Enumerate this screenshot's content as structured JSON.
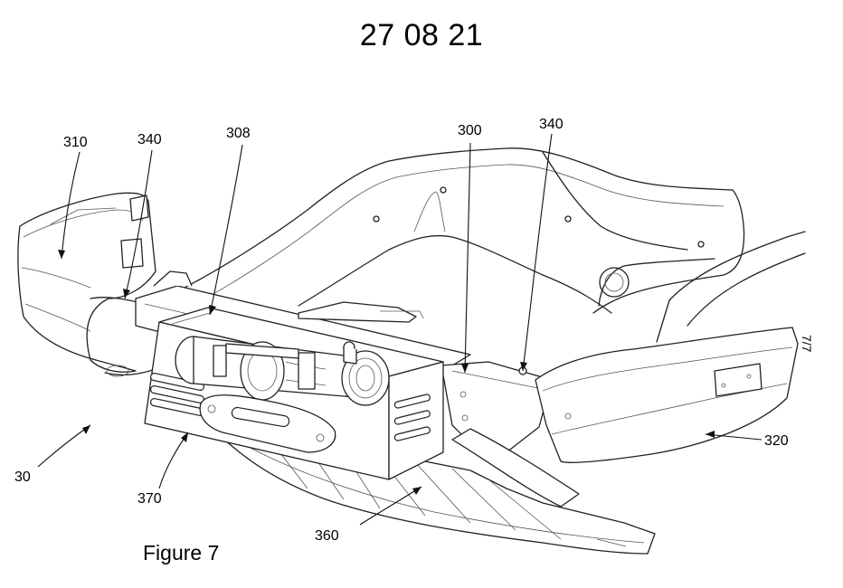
{
  "header": {
    "date": "27 08 21"
  },
  "figure": {
    "caption": "Figure 7"
  },
  "page_number": "7/7",
  "callouts": [
    {
      "id": "310",
      "label": "310"
    },
    {
      "id": "340a",
      "label": "340"
    },
    {
      "id": "308",
      "label": "308"
    },
    {
      "id": "300",
      "label": "300"
    },
    {
      "id": "340b",
      "label": "340"
    },
    {
      "id": "320",
      "label": "320"
    },
    {
      "id": "30",
      "label": "30"
    },
    {
      "id": "370",
      "label": "370"
    },
    {
      "id": "360",
      "label": "360"
    }
  ]
}
